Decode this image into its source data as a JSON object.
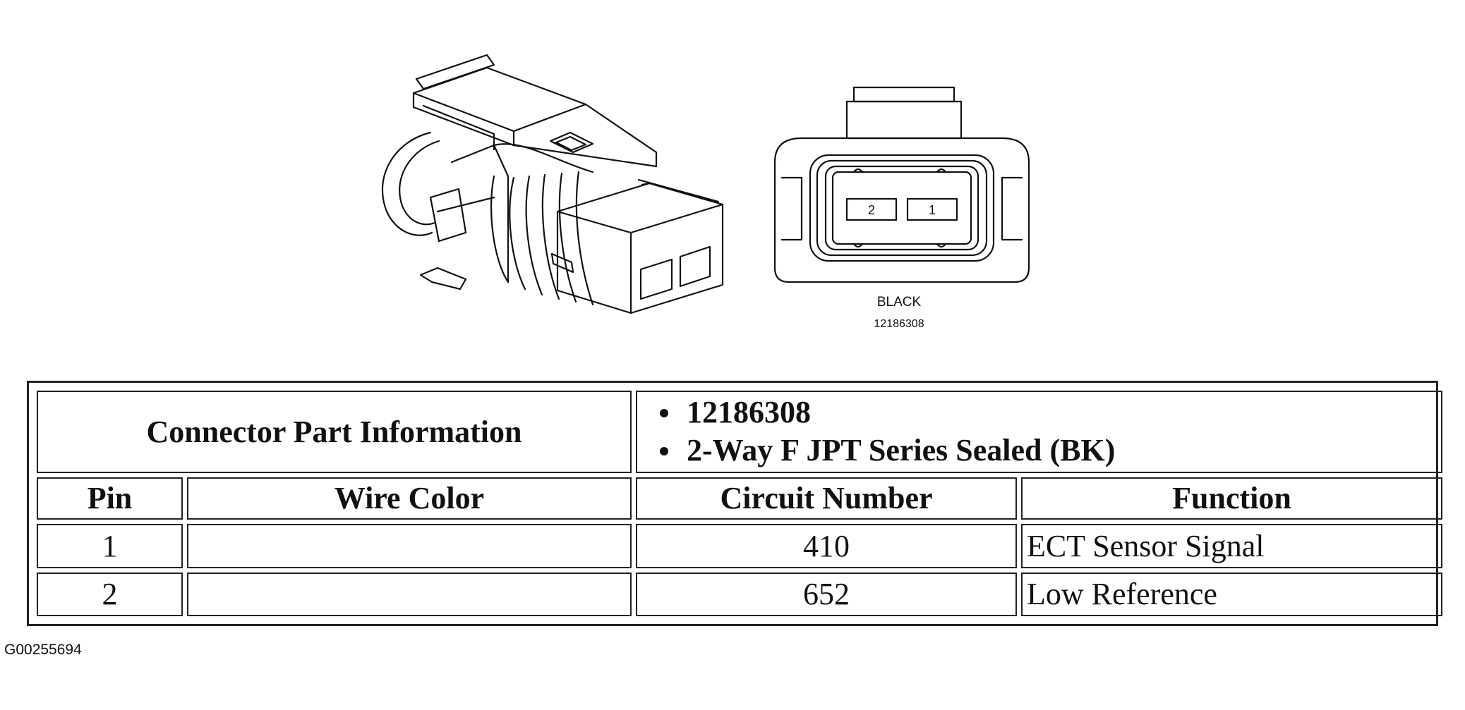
{
  "connector": {
    "color_label": "BLACK",
    "part_number_label": "12186308",
    "cavity_labels": [
      "2",
      "1"
    ]
  },
  "table": {
    "info_header": "Connector Part Information",
    "info_items": [
      "12186308",
      "2-Way F JPT Series Sealed (BK)"
    ],
    "columns": [
      "Pin",
      "Wire Color",
      "Circuit Number",
      "Function"
    ],
    "rows": [
      {
        "pin": "1",
        "wire_color": "",
        "circuit": "410",
        "function": "ECT Sensor Signal"
      },
      {
        "pin": "2",
        "wire_color": "",
        "circuit": "652",
        "function": "Low Reference"
      }
    ]
  },
  "figure_id": "G00255694"
}
